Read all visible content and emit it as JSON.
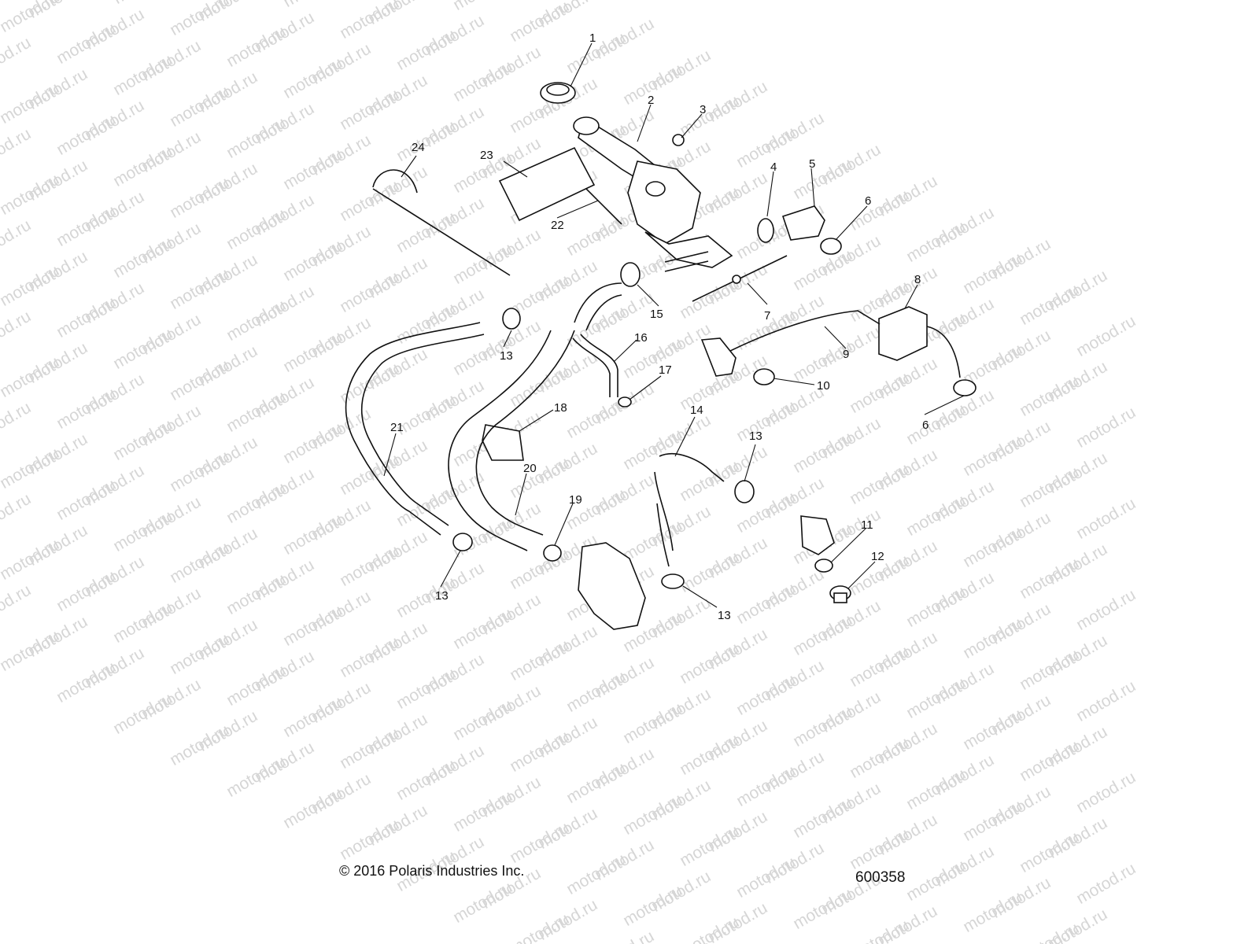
{
  "watermark": "motod.ru",
  "callouts": [
    "1",
    "2",
    "3",
    "4",
    "5",
    "6",
    "6",
    "7",
    "8",
    "9",
    "10",
    "11",
    "12",
    "13",
    "13",
    "13",
    "13",
    "14",
    "15",
    "16",
    "17",
    "18",
    "19",
    "20",
    "21",
    "22",
    "23",
    "24"
  ],
  "footer": {
    "copyright": "© 2016 Polaris Industries Inc.",
    "figure_number": "600358"
  }
}
